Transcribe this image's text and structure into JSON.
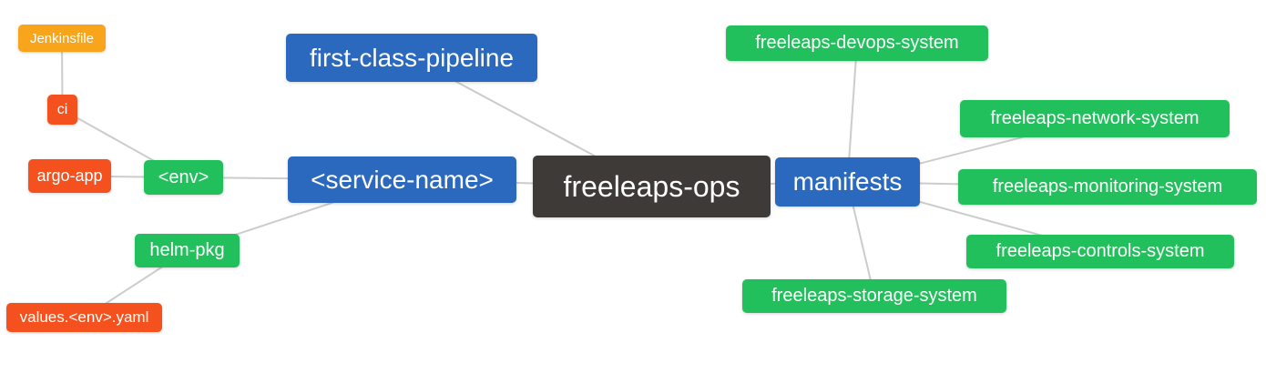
{
  "colors": {
    "node_blue": "#2a69be",
    "node_green": "#22c05c",
    "node_orange": "#f8a51b",
    "node_red": "#f4511e",
    "node_dark": "#3d3a38",
    "node_text": "#ffffff",
    "edge": "#cccccc",
    "background": "#ffffff"
  },
  "nodes": {
    "jenkinsfile": {
      "label": "Jenkinsfile",
      "color": "orange"
    },
    "ci": {
      "label": "ci",
      "color": "red"
    },
    "argo_app": {
      "label": "argo-app",
      "color": "red"
    },
    "env": {
      "label": "<env>",
      "color": "green"
    },
    "service_name": {
      "label": "<service-name>",
      "color": "blue"
    },
    "first_class_pipeline": {
      "label": "first-class-pipeline",
      "color": "blue"
    },
    "freeleaps_ops": {
      "label": "freeleaps-ops",
      "color": "dark"
    },
    "manifests": {
      "label": "manifests",
      "color": "blue"
    },
    "devops_system": {
      "label": "freeleaps-devops-system",
      "color": "green"
    },
    "network_system": {
      "label": "freeleaps-network-system",
      "color": "green"
    },
    "monitoring_system": {
      "label": "freeleaps-monitoring-system",
      "color": "green"
    },
    "controls_system": {
      "label": "freeleaps-controls-system",
      "color": "green"
    },
    "storage_system": {
      "label": "freeleaps-storage-system",
      "color": "green"
    },
    "helm_pkg": {
      "label": "helm-pkg",
      "color": "green"
    },
    "values_env_yaml": {
      "label": "values.<env>.yaml",
      "color": "red"
    }
  },
  "edges": [
    {
      "from": "jenkinsfile",
      "to": "ci"
    },
    {
      "from": "ci",
      "to": "env"
    },
    {
      "from": "argo_app",
      "to": "env"
    },
    {
      "from": "env",
      "to": "service_name"
    },
    {
      "from": "helm_pkg",
      "to": "service_name"
    },
    {
      "from": "values_env_yaml",
      "to": "helm_pkg"
    },
    {
      "from": "first_class_pipeline",
      "to": "freeleaps_ops"
    },
    {
      "from": "service_name",
      "to": "freeleaps_ops"
    },
    {
      "from": "freeleaps_ops",
      "to": "manifests"
    },
    {
      "from": "manifests",
      "to": "devops_system"
    },
    {
      "from": "manifests",
      "to": "network_system"
    },
    {
      "from": "manifests",
      "to": "monitoring_system"
    },
    {
      "from": "manifests",
      "to": "controls_system"
    },
    {
      "from": "manifests",
      "to": "storage_system"
    }
  ]
}
